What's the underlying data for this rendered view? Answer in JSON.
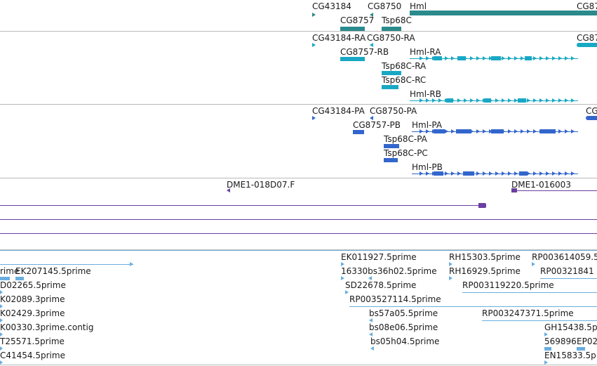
{
  "colors": {
    "gene": "#2a8a8c",
    "transcript": "#19a8c4",
    "protein": "#3366cc",
    "clone": "#6a3fa0",
    "est": "#6aaedf",
    "separator": "#b9b9b9"
  },
  "gene_track": {
    "cg43184": "CG43184",
    "cg8750": "CG8750",
    "hml": "Hml",
    "cg8757": "CG8757",
    "tsp68c": "Tsp68C",
    "cg87_cut": "CG87"
  },
  "transcript_track": {
    "cg43184_ra": "CG43184-RA",
    "cg8750_ra": "CG8750-RA",
    "cg8757_rb": "CG8757-RB",
    "hml_ra": "Hml-RA",
    "tsp68c_ra": "Tsp68C-RA",
    "tsp68c_rc": "Tsp68C-RC",
    "hml_rb": "Hml-RB",
    "cg87_cut": "CG87"
  },
  "protein_track": {
    "cg43184_pa": "CG43184-PA",
    "cg8750_pa": "CG8750-PA",
    "cg8757_pb": "CG8757-PB",
    "hml_pa": "Hml-PA",
    "tsp68c_pa": "Tsp68C-PA",
    "tsp68c_pc": "Tsp68C-PC",
    "hml_pb": "Hml-PB",
    "cg_cut": "CG"
  },
  "clone_track": {
    "dme1_018d07": "DME1-018D07.F",
    "dme1_016003": "DME1-016003"
  },
  "est_track": {
    "ek011927": "EK011927.5prime",
    "rh15303": "RH15303.5prime",
    "rp003614059": "RP003614059.5",
    "prime_cut": "rime",
    "ek207145": "EK207145.5prime",
    "bs36h02": "16330bs36h02.5prime",
    "rh16929": "RH16929.5prime",
    "rp00321841": "RP00321841",
    "d02265": "D02265.5prime",
    "sd22678": "SD22678.5prime",
    "rp003119220": "RP003119220.5prime",
    "k02089": "K02089.3prime",
    "rp003527114": "RP003527114.5prime",
    "k02429": "K02429.3prime",
    "bs57a05": "bs57a05.5prime",
    "rp003247371": "RP003247371.5prime",
    "k00330": "K00330.3prime.contig",
    "bs08e06": "bs08e06.5prime",
    "gh15438": "GH15438.5p",
    "t25571": "T25571.5prime",
    "bs05h04": "bs05h04.5prime",
    "n569896": "569896",
    "ep02_cut": "EP02",
    "c41454": "C41454.5prime",
    "en15833": "EN15833.5p"
  }
}
